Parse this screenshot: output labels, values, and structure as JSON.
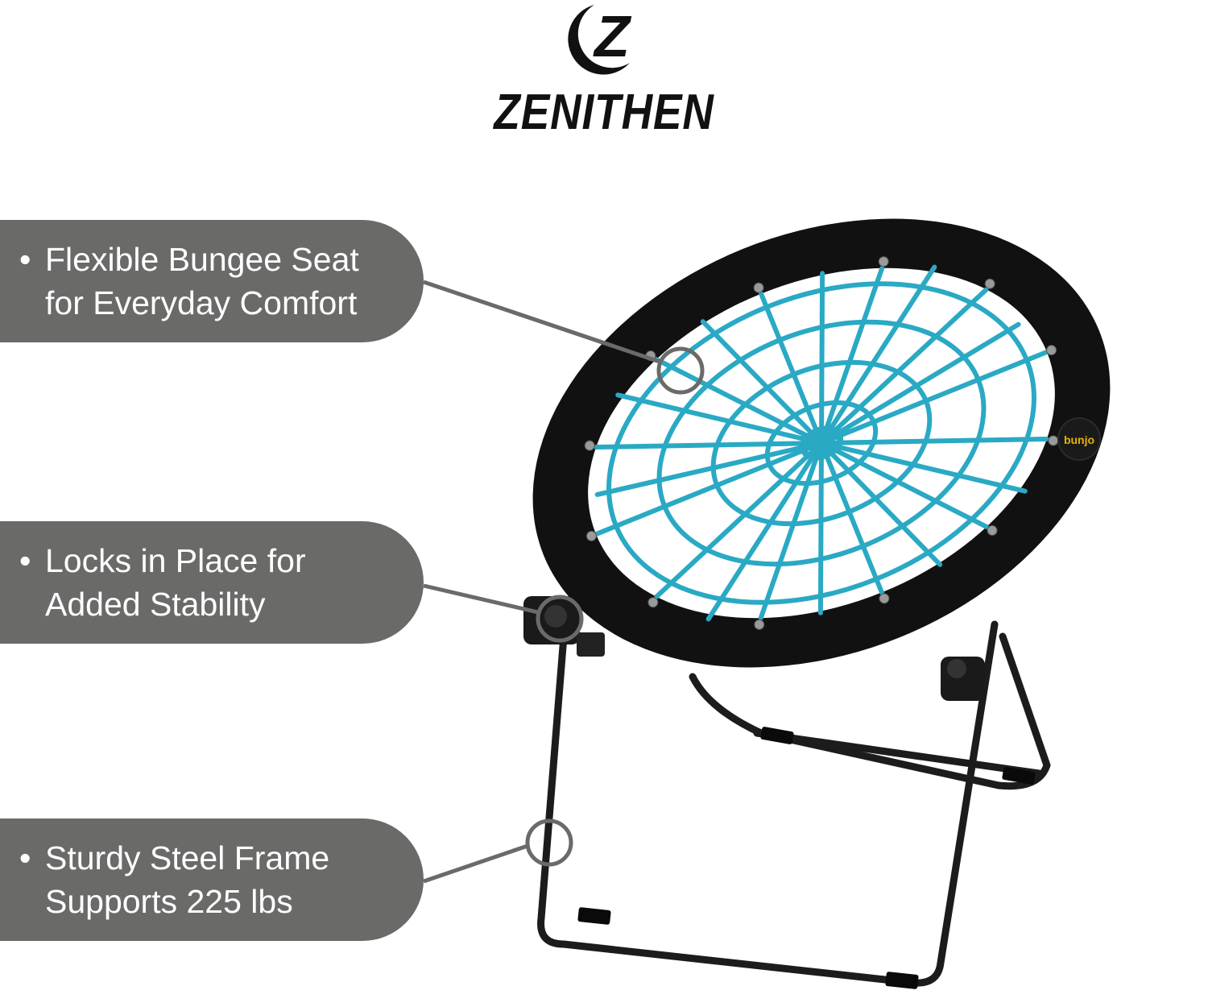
{
  "brand": {
    "logo_letter": "Z",
    "name": "ZENITHEN"
  },
  "callouts": [
    {
      "bullet": "•",
      "line1": "Flexible Bungee Seat",
      "line2": "for Everyday Comfort"
    },
    {
      "bullet": "•",
      "line1": "Locks in Place for",
      "line2": "Added Stability"
    },
    {
      "bullet": "•",
      "line1": "Sturdy Steel Frame",
      "line2": "Supports 225 lbs"
    }
  ],
  "product": {
    "badge_text": "bunjo",
    "cord_color": "#2aa9c4",
    "frame_color": "#111111",
    "callout_color": "#6a6a69"
  }
}
